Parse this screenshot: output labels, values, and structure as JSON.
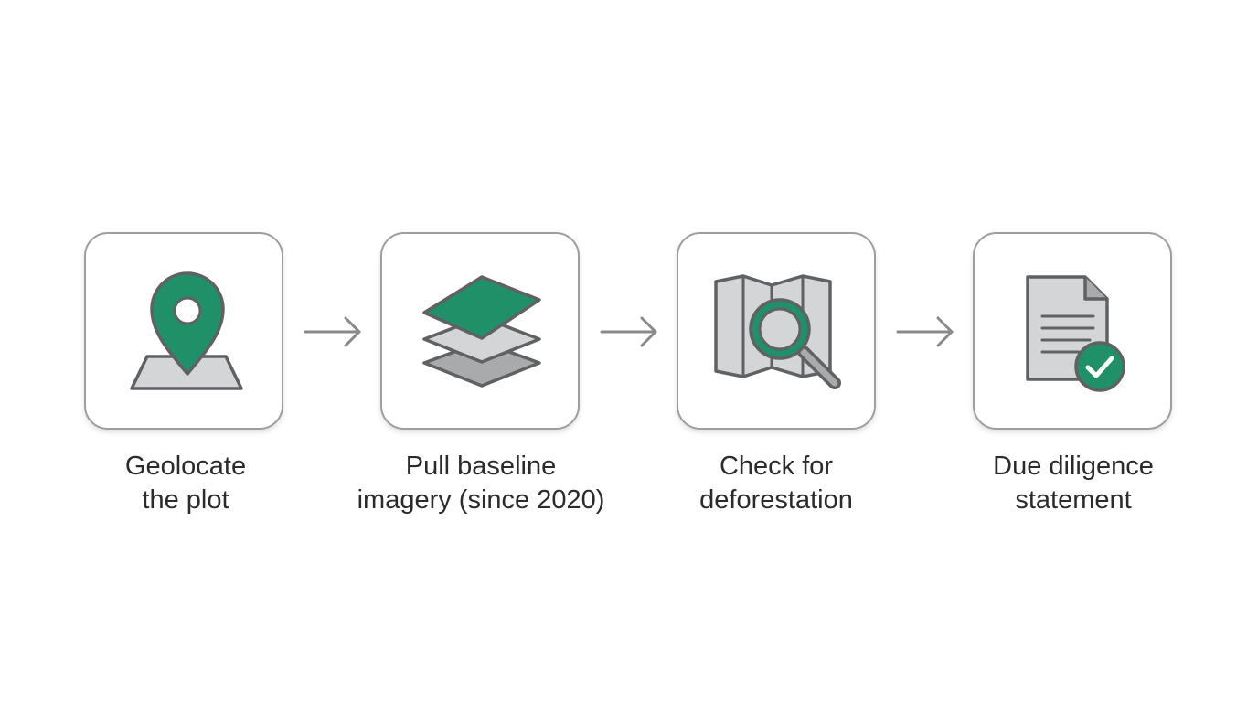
{
  "steps": [
    {
      "line1": "Geolocate",
      "line2": "the plot",
      "icon": "map-pin-icon"
    },
    {
      "line1": "Pull baseline",
      "line2": "imagery (since 2020)",
      "icon": "layers-icon"
    },
    {
      "line1": "Check for",
      "line2": "deforestation",
      "icon": "map-search-icon"
    },
    {
      "line1": "Due diligence",
      "line2": "statement",
      "icon": "document-check-icon"
    }
  ],
  "colors": {
    "accent": "#1f9068",
    "stroke": "#5f6164",
    "fill_light": "#d4d5d6",
    "fill_mid": "#a9aaab",
    "card_border": "#9e9e9e",
    "arrow": "#8a8a8a",
    "text": "#2b2b2b"
  }
}
